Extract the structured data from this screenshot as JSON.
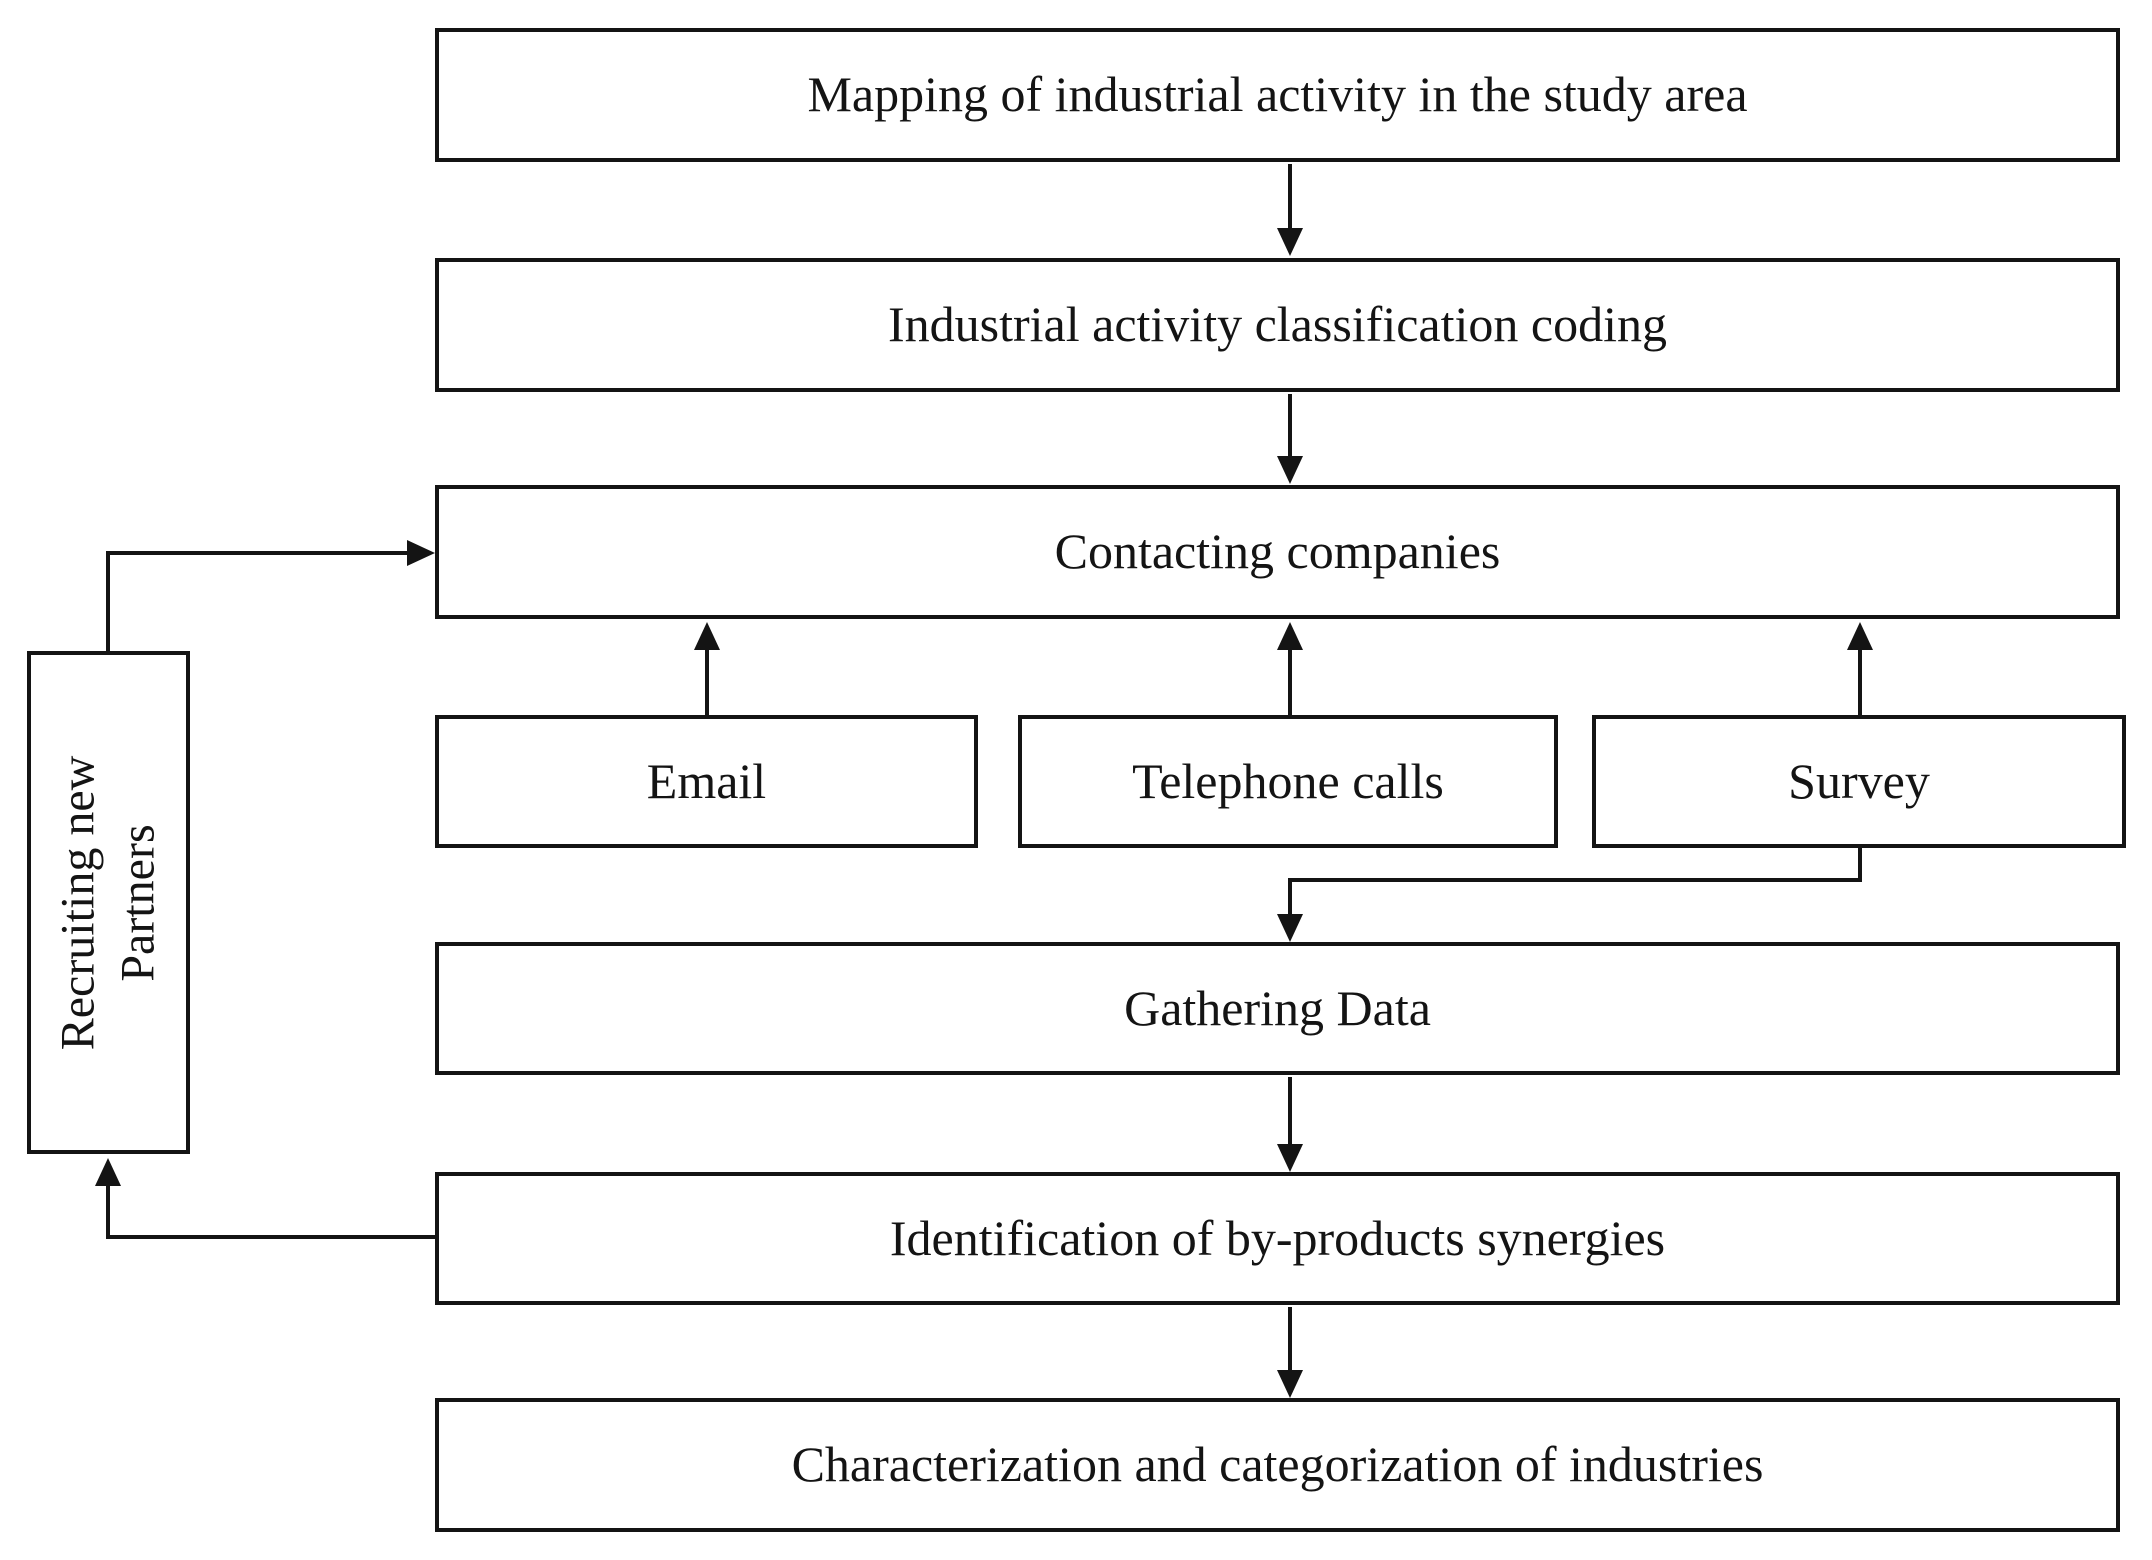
{
  "diagram": {
    "type": "flowchart",
    "nodes": {
      "mapping": {
        "label": "Mapping of industrial activity in the study area"
      },
      "classification_coding": {
        "label": "Industrial activity classification coding"
      },
      "contacting_companies": {
        "label": "Contacting companies"
      },
      "email": {
        "label": "Email"
      },
      "telephone_calls": {
        "label": "Telephone calls"
      },
      "survey": {
        "label": "Survey"
      },
      "gathering_data": {
        "label": "Gathering Data"
      },
      "identification_synergies": {
        "label": "Identification of by-products synergies"
      },
      "characterization": {
        "label": "Characterization and categorization of industries"
      },
      "recruiting_partners": {
        "label": "Recruiting new Partners",
        "lines": [
          "Recruiting new",
          "Partners"
        ]
      }
    },
    "edges": [
      {
        "from": "mapping",
        "to": "classification_coding"
      },
      {
        "from": "classification_coding",
        "to": "contacting_companies"
      },
      {
        "from": "email",
        "to": "contacting_companies"
      },
      {
        "from": "telephone_calls",
        "to": "contacting_companies"
      },
      {
        "from": "survey",
        "to": "contacting_companies"
      },
      {
        "from": "survey",
        "to": "gathering_data"
      },
      {
        "from": "gathering_data",
        "to": "identification_synergies"
      },
      {
        "from": "identification_synergies",
        "to": "characterization"
      },
      {
        "from": "identification_synergies",
        "to": "recruiting_partners"
      },
      {
        "from": "recruiting_partners",
        "to": "contacting_companies"
      }
    ],
    "colors": {
      "ink": "#141414",
      "background": "#ffffff"
    }
  }
}
